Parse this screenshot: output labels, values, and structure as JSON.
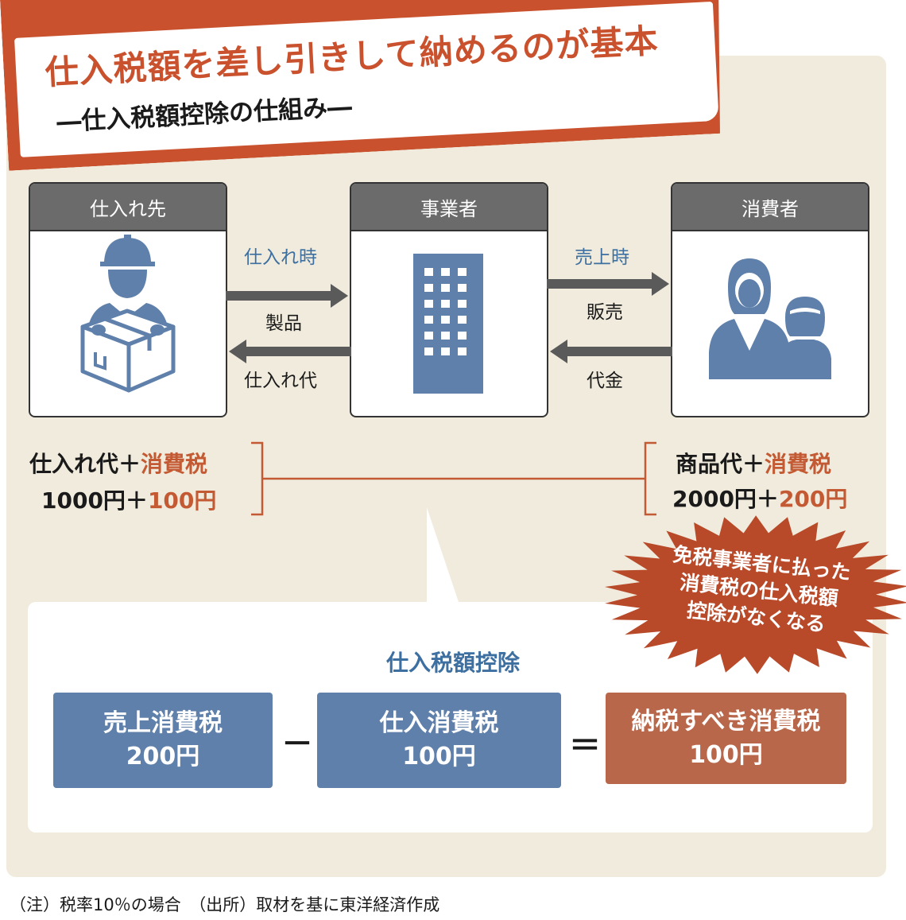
{
  "title": "仕入税額を差し引きして納めるのが基本",
  "subtitle": "―仕入税額控除の仕組み―",
  "entities": {
    "supplier": "仕入れ先",
    "business": "事業者",
    "consumer": "消費者"
  },
  "flows": {
    "purchase_time": "仕入れ時",
    "product": "製品",
    "purchase_payment": "仕入れ代",
    "sales_time": "売上時",
    "sale": "販売",
    "payment": "代金"
  },
  "left_amount": {
    "line1_a": "仕入れ代＋",
    "line1_b": "消費税",
    "line2_a": "1000円＋",
    "line2_b": "100円"
  },
  "right_amount": {
    "line1_a": "商品代＋",
    "line1_b": "消費税",
    "line2_a": "2000円＋",
    "line2_b": "200円"
  },
  "burst": {
    "line1": "免税事業者に払った",
    "line2": "消費税の仕入税額",
    "line3": "控除がなくなる"
  },
  "deduction": {
    "title": "仕入税額控除",
    "sales_tax_label": "売上消費税",
    "sales_tax_value": "200円",
    "minus": "－",
    "purchase_tax_label": "仕入消費税",
    "purchase_tax_value": "100円",
    "equals": "＝",
    "payable_label": "納税すべき消費税",
    "payable_value": "100円"
  },
  "note": "（注）税率10％の場合　（出所）取材を基に東洋経済作成",
  "colors": {
    "accent_red": "#c9512d",
    "blue": "#5f80ab",
    "brown": "#b8674a",
    "panel": "#f0ebdc"
  }
}
